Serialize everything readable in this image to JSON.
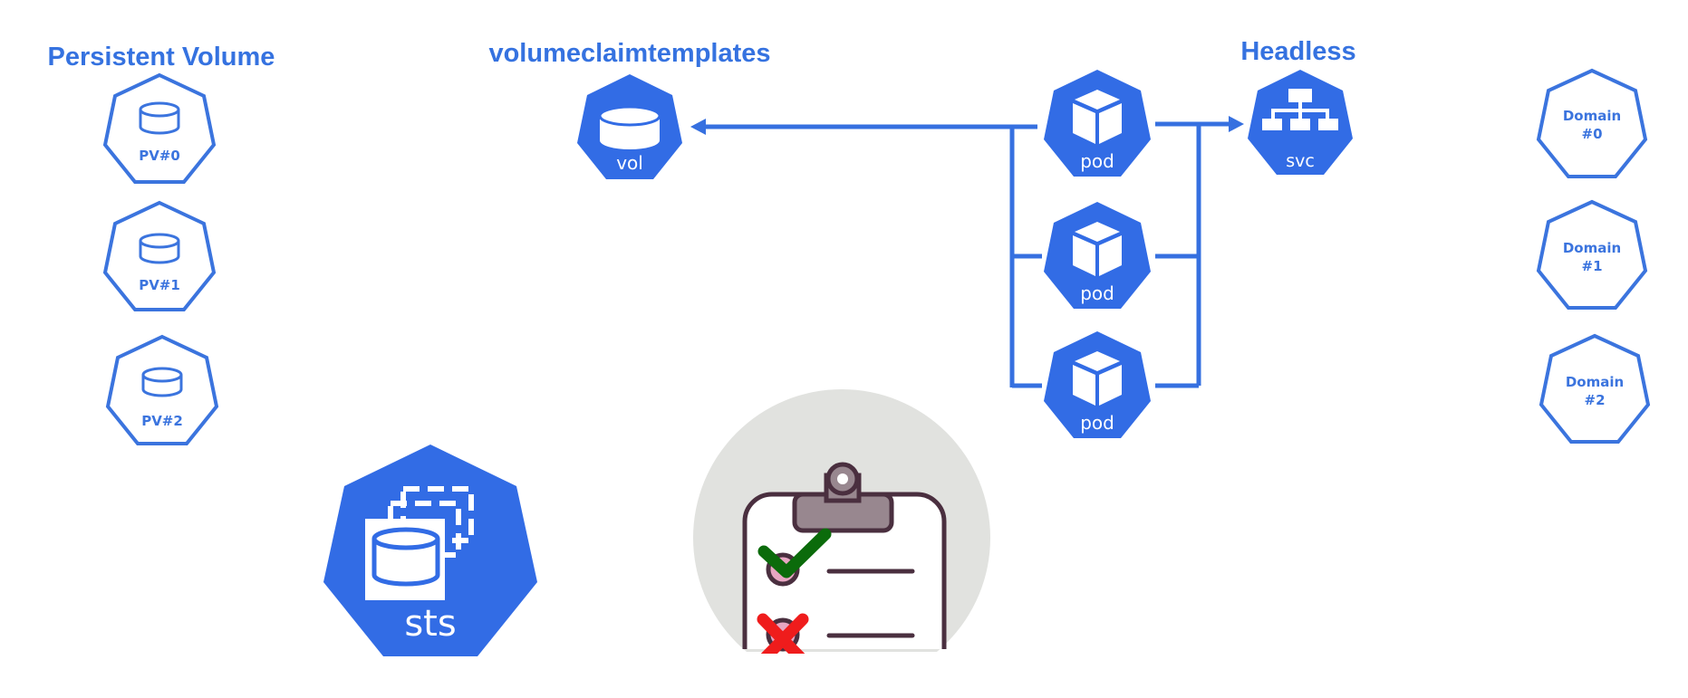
{
  "titles": {
    "persistent_volume": "Persistent Volume",
    "volumeclaimtemplates": "volumeclaimtemplates",
    "headless": "Headless"
  },
  "persistent_volumes": [
    {
      "label": "PV#0"
    },
    {
      "label": "PV#1"
    },
    {
      "label": "PV#2"
    }
  ],
  "vol": {
    "label": "vol"
  },
  "pods": [
    {
      "label": "pod"
    },
    {
      "label": "pod"
    },
    {
      "label": "pod"
    }
  ],
  "svc": {
    "label": "svc"
  },
  "domains": [
    {
      "line1": "Domain",
      "line2": "#0"
    },
    {
      "line1": "Domain",
      "line2": "#1"
    },
    {
      "line1": "Domain",
      "line2": "#2"
    }
  ],
  "sts": {
    "label": "sts"
  },
  "colors": {
    "kubernetes_blue": "#326ce5",
    "check_green": "#0b6b0b",
    "cross_red": "#ef1c1c",
    "circle_gray": "#e1e2df",
    "clipboard_outline": "#4a2f3f"
  },
  "icons": {
    "pv": "volume-cylinder-icon",
    "vol": "volume-cylinder-icon",
    "pod": "cube-icon",
    "svc": "network-tree-icon",
    "sts": "stacked-volumes-icon",
    "checklist": "clipboard-checklist-icon"
  }
}
